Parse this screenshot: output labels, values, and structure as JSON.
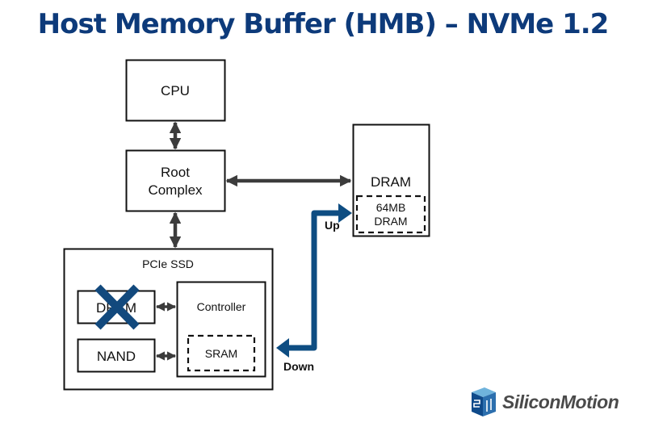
{
  "title": "Host Memory Buffer (HMB) – NVMe 1.2",
  "colors": {
    "title": "#0d3a7a",
    "accent_arrow": "#0e4d82",
    "box_stroke": "#111111",
    "connector": "#3c3c3c"
  },
  "host": {
    "cpu_label": "CPU",
    "root_complex_line1": "Root",
    "root_complex_line2": "Complex",
    "dram_label": "DRAM",
    "hmb_line1": "64MB",
    "hmb_line2": "DRAM"
  },
  "ssd": {
    "label": "PCIe SSD",
    "dram_label": "DRAM",
    "dram_status": "removed",
    "nand_label": "NAND",
    "controller_label": "Controller",
    "sram_label": "SRAM"
  },
  "flow": {
    "up_label": "Up",
    "down_label": "Down"
  },
  "logo": {
    "text": "SiliconMotion",
    "icon": "siliconmotion-cube-icon"
  }
}
